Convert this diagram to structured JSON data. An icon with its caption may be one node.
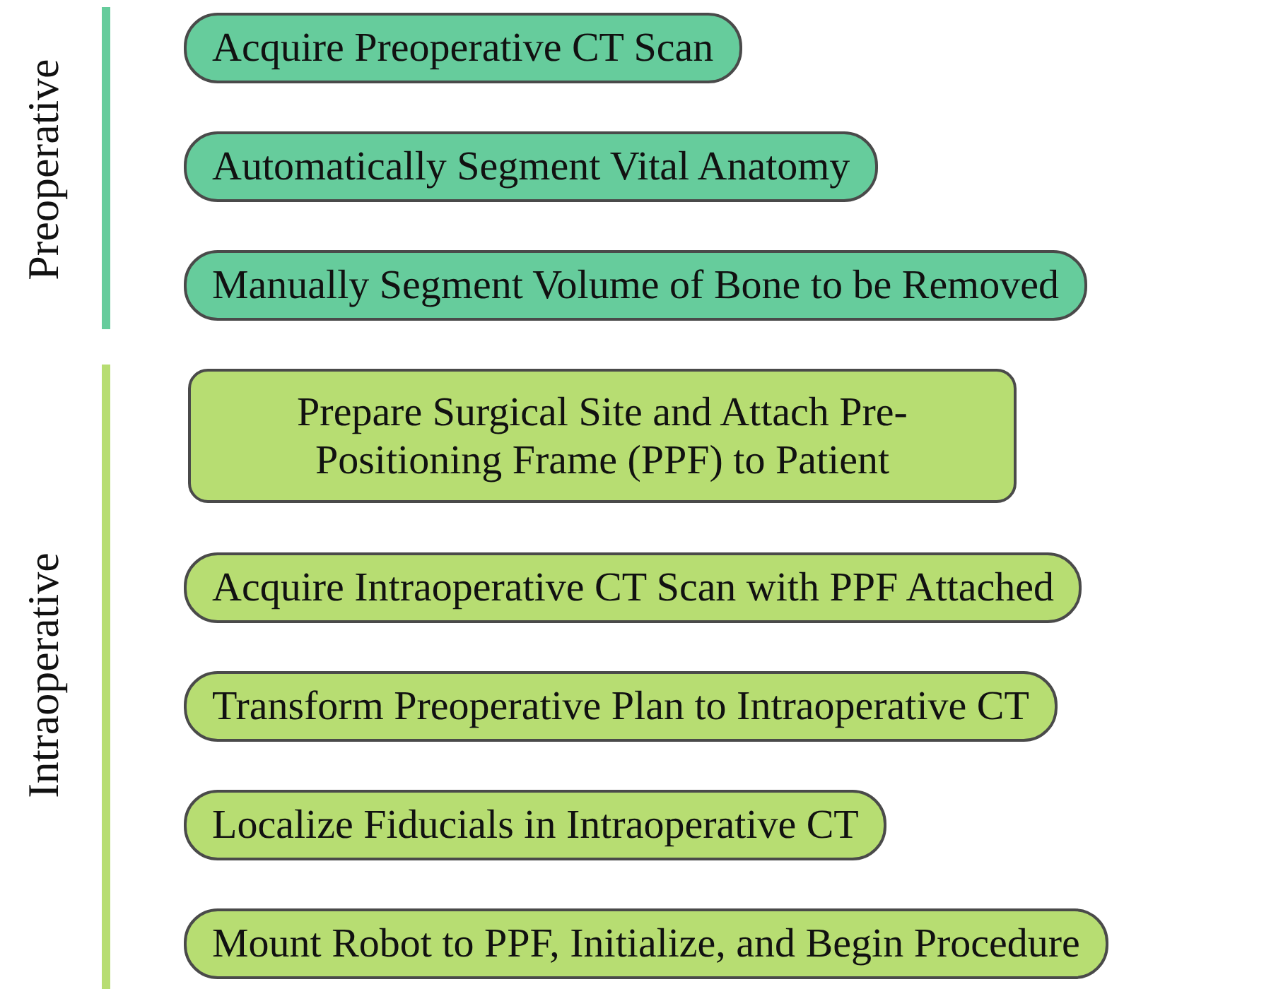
{
  "diagram": {
    "nodes": [
      {
        "text": [
          "Acquire Preoperative CT Scan"
        ]
      },
      {
        "text": [
          "Automatically Segment Vital Anatomy"
        ]
      },
      {
        "text": [
          "Manually Segment Volume of Bone to be Removed"
        ]
      },
      {
        "text": [
          "Prepare Surgical Site and Attach Pre-Positioning Frame (PPF) to Patient"
        ]
      },
      {
        "text": [
          "Acquire Intraoperative CT Scan with PPF Attached"
        ]
      },
      {
        "text": [
          "Transform Preoperative Plan to Intraoperative CT"
        ]
      },
      {
        "text": [
          "Localize Fiducials in Intraoperative CT"
        ]
      },
      {
        "text": [
          "Mount Robot to PPF, Initialize, and Begin Procedure"
        ]
      }
    ],
    "labels": [
      "Preoperative",
      "Intraoperative"
    ]
  }
}
